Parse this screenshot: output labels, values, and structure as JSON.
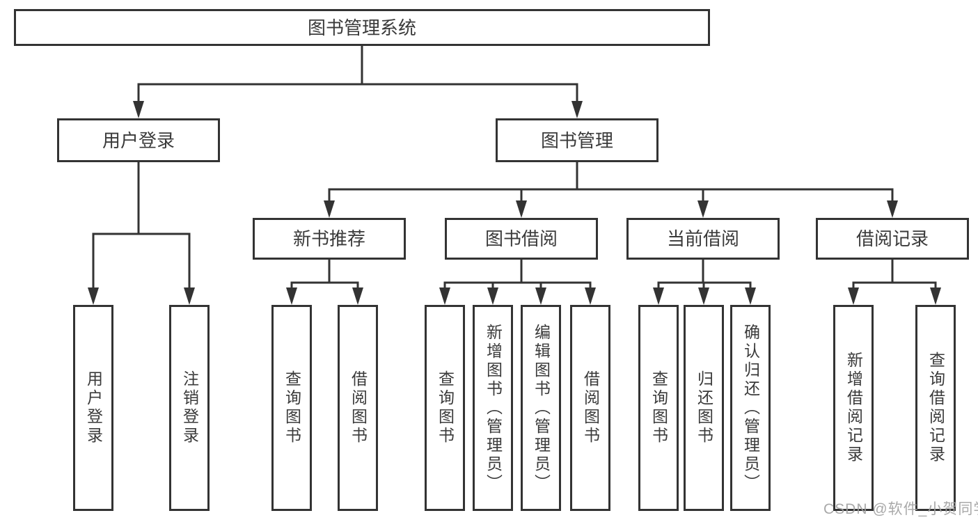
{
  "diagram": {
    "title": "图书管理系统",
    "colors": {
      "line": "#333333",
      "box_border": "#333333",
      "box_fill": "#ffffff",
      "text": "#3a3a3a",
      "watermark": "#a2a2a2"
    },
    "nodes": {
      "root": "图书管理系统",
      "l2": [
        "用户登录",
        "图书管理"
      ],
      "l3": [
        "新书推荐",
        "图书借阅",
        "当前借阅",
        "借阅记录"
      ],
      "leaves": [
        "用户登录",
        "注销登录",
        "查询图书",
        "借阅图书",
        "查询图书",
        "新增图书（管理员）",
        "编辑图书（管理员）",
        "借阅图书",
        "查询图书",
        "归还图书",
        "确认归还（管理员）",
        "新增借阅记录",
        "查询借阅记录"
      ]
    },
    "hierarchy": {
      "图书管理系统": {
        "用户登录": [
          "用户登录",
          "注销登录"
        ],
        "图书管理": {
          "新书推荐": [
            "查询图书",
            "借阅图书"
          ],
          "图书借阅": [
            "查询图书",
            "新增图书（管理员）",
            "编辑图书（管理员）",
            "借阅图书"
          ],
          "当前借阅": [
            "查询图书",
            "归还图书",
            "确认归还（管理员）"
          ],
          "借阅记录": [
            "新增借阅记录",
            "查询借阅记录"
          ]
        }
      }
    }
  },
  "watermark": {
    "text": "CSDN @软件_小贺同学"
  }
}
